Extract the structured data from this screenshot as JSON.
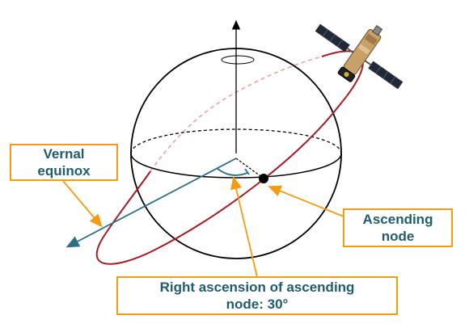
{
  "labels": {
    "vernal_equinox": [
      "Vernal",
      "equinox"
    ],
    "ascending_node": [
      "Ascending",
      "node"
    ],
    "raan": [
      "Right ascension of ascending",
      "node: 30°"
    ]
  },
  "raan_degrees": 30,
  "colors": {
    "sphere": "#000000",
    "orbit": "#a51c24",
    "orbit_hidden": "#f0a0a0",
    "vernal_axis": "#2e6f85",
    "label_border": "#f39c12",
    "label_text": "#1f5c6e",
    "callout_line": "#f39c12",
    "node_marker": "#000000"
  },
  "icons": [
    "satellite-icon"
  ]
}
